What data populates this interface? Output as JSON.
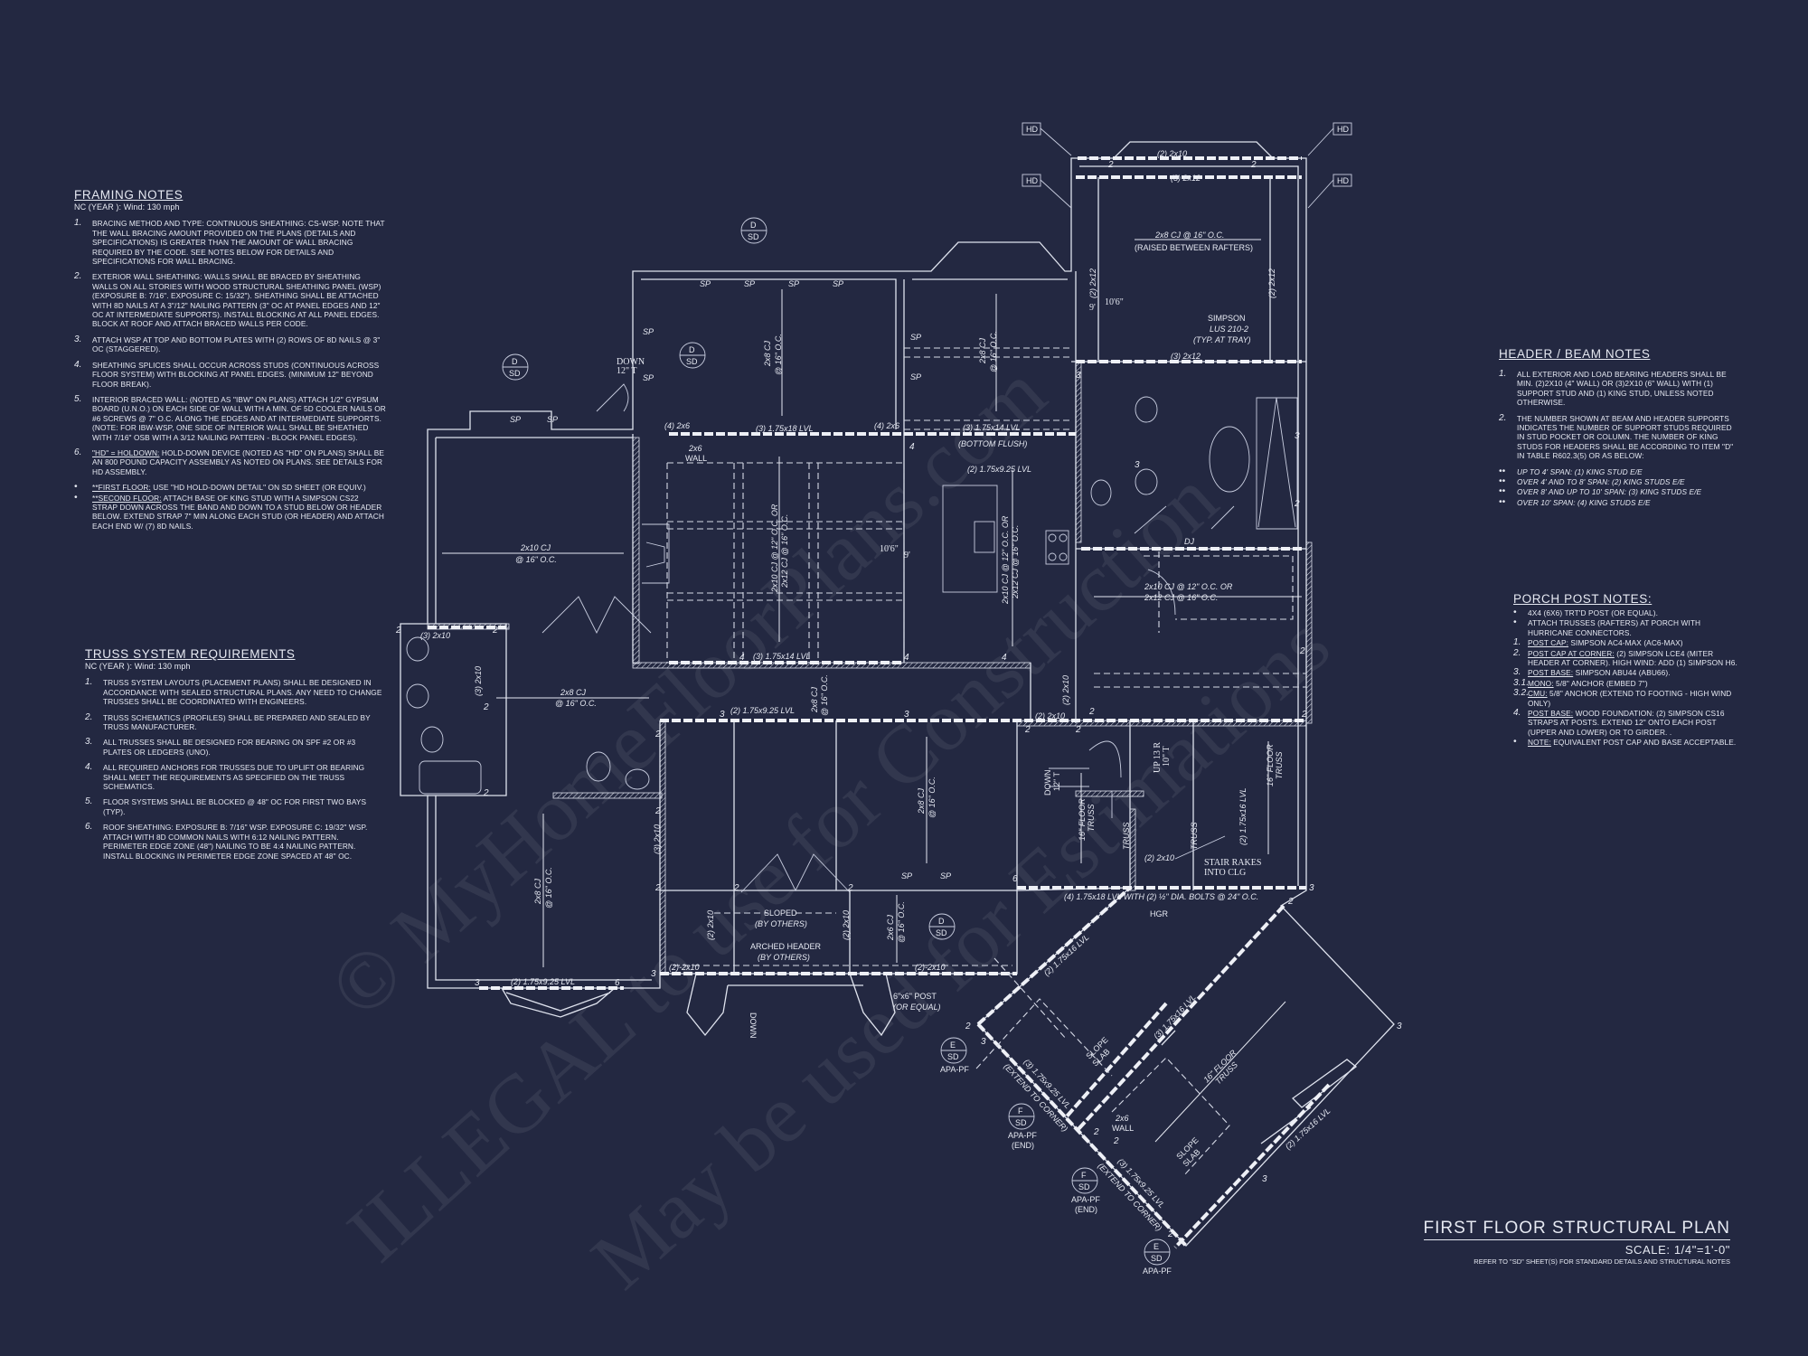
{
  "colors": {
    "background": "#232841",
    "linework": "#dfe3ee"
  },
  "framing_notes": {
    "title": "FRAMING NOTES",
    "subtitle": "NC (YEAR ): Wind: 130 mph",
    "items": [
      {
        "num": "1.",
        "text": "BRACING METHOD AND TYPE: CONTINUOUS SHEATHING: CS-WSP. NOTE THAT THE WALL BRACING AMOUNT PROVIDED ON THE PLANS (DETAILS AND SPECIFICATIONS) IS GREATER THAN THE AMOUNT OF WALL BRACING REQUIRED BY THE CODE. SEE NOTES BELOW FOR DETAILS AND SPECIFICATIONS FOR WALL BRACING."
      },
      {
        "num": "2.",
        "text": "EXTERIOR WALL SHEATHING: WALLS SHALL BE BRACED BY SHEATHING WALLS ON ALL STORIES WITH WOOD STRUCTURAL SHEATHING PANEL (WSP) (EXPOSURE B: 7/16\". EXPOSURE C: 15/32\"). SHEATHING SHALL BE ATTACHED WITH 8d NAILS AT A 3\"/12\" NAILING PATTERN (3\" OC AT PANEL EDGES AND 12\" OC AT INTERMEDIATE SUPPORTS). INSTALL BLOCKING AT ALL PANEL EDGES. BLOCK AT ROOF AND ATTACH BRACED WALLS PER CODE."
      },
      {
        "num": "3.",
        "text": "ATTACH WSP AT TOP AND BOTTOM PLATES WITH (2) ROWS OF 8d NAILS @ 3\" OC (STAGGERED)."
      },
      {
        "num": "4.",
        "text": "SHEATHING SPLICES SHALL OCCUR ACROSS STUDS (CONTINUOUS ACROSS FLOOR SYSTEM) WITH BLOCKING AT PANEL EDGES. (MINIMUM 12\" BEYOND FLOOR BREAK)."
      },
      {
        "num": "5.",
        "text": "INTERIOR BRACED WALL: (NOTED AS \"IBW\" ON PLANS) ATTACH 1/2\" GYPSUM BOARD (U.N.O.) ON EACH SIDE OF WALL WITH A MIN. OF 5d COOLER NAILS OR #6 SCREWS @ 7\" O.C. ALONG THE EDGES AND AT INTERMEDIATE SUPPORTS. (NOTE: FOR IBW-WSP, ONE SIDE OF INTERIOR WALL SHALL BE SHEATHED WITH 7/16\" OSB WITH A 3/12 NAILING PATTERN - BLOCK PANEL EDGES)."
      },
      {
        "num": "6.",
        "lead": "\"HD\" = HOLDOWN:",
        "text": " HOLD-DOWN DEVICE (NOTED AS \"HD\" ON PLANS) SHALL BE AN 800 POUND CAPACITY ASSEMBLY AS NOTED ON PLANS. SEE DETAILS FOR HD ASSEMBLY."
      }
    ],
    "bullets": [
      {
        "lead": "**FIRST FLOOR:",
        "text": "  USE \"HD HOLD-DOWN DETAIL\" ON SD SHEET (OR EQUIV.)"
      },
      {
        "lead": "**SECOND FLOOR:",
        "text": " ATTACH BASE OF KING STUD WITH A SIMPSON CS22 STRAP DOWN ACROSS THE BAND AND DOWN TO A STUD BELOW OR HEADER BELOW. EXTEND STRAP 7\" MIN ALONG EACH STUD (OR HEADER) AND ATTACH EACH END W/ (7) 8d NAILS."
      }
    ]
  },
  "truss_notes": {
    "title": "TRUSS SYSTEM REQUIREMENTS",
    "subtitle": "NC (YEAR ): Wind: 130 mph",
    "items": [
      {
        "num": "1.",
        "text": "TRUSS SYSTEM LAYOUTS (PLACEMENT PLANS) SHALL BE DESIGNED IN ACCORDANCE WITH SEALED STRUCTURAL PLANS. ANY NEED TO CHANGE TRUSSES SHALL BE COORDINATED WITH ENGINEERS."
      },
      {
        "num": "2.",
        "text": "TRUSS SCHEMATICS (PROFILES) SHALL BE PREPARED AND SEALED BY TRUSS MANUFACTURER."
      },
      {
        "num": "3.",
        "text": "ALL TRUSSES SHALL BE DESIGNED FOR BEARING ON SPF #2 OR #3 PLATES OR LEDGERS (UNO)."
      },
      {
        "num": "4.",
        "text": "ALL REQUIRED ANCHORS FOR TRUSSES DUE TO UPLIFT OR BEARING SHALL MEET THE REQUIREMENTS AS SPECIFIED ON THE TRUSS SCHEMATICS."
      },
      {
        "num": "5.",
        "text": "FLOOR SYSTEMS SHALL BE BLOCKED @ 48\" OC FOR FIRST TWO BAYS (TYP)."
      },
      {
        "num": "6.",
        "text": "ROOF SHEATHING: EXPOSURE B: 7/16\" WSP. EXPOSURE C: 19/32\" WSP. ATTACH WITH 8d COMMON NAILS WITH 6:12 NAILING PATTERN. PERIMETER EDGE ZONE (48\") NAILING TO BE 4:4 NAILING PATTERN. INSTALL BLOCKING IN PERIMETER EDGE ZONE SPACED AT 48\" OC."
      }
    ]
  },
  "header_notes": {
    "title": "HEADER / BEAM NOTES",
    "items": [
      {
        "num": "1.",
        "text": "ALL EXTERIOR AND LOAD BEARING HEADERS SHALL BE MIN. (2)2x10 (4\" WALL) OR (3)2x10 (6\" WALL) WITH (1) SUPPORT STUD AND (1) KING STUD, UNLESS NOTED OTHERWISE."
      },
      {
        "num": "2.",
        "text": "THE NUMBER SHOWN AT BEAM AND HEADER SUPPORTS INDICATES THE NUMBER OF SUPPORT STUDS REQUIRED IN STUD POCKET OR COLUMN. THE NUMBER OF KING STUDS FOR HEADERS SHALL BE ACCORDING TO ITEM \"d\" IN TABLE R602.3(5) OR AS BELOW:"
      }
    ],
    "bullets": [
      {
        "mark": "••",
        "text": "UP TO 4' SPAN: (1) KING STUD E/E"
      },
      {
        "mark": "••",
        "text": "OVER 4' AND TO 8' SPAN: (2) KING STUDS E/E"
      },
      {
        "mark": "••",
        "text": "OVER 8' AND UP TO 10' SPAN: (3) KING STUDS E/E"
      },
      {
        "mark": "••",
        "text": "OVER 10' SPAN: (4) KING STUDS E/E"
      }
    ]
  },
  "porch_notes": {
    "title": "PORCH POST NOTES:",
    "items": [
      {
        "num": "•",
        "text": "4X4 (6X6) TRT'D POST (OR EQUAL)."
      },
      {
        "num": "•",
        "text": "ATTACH TRUSSES (RAFTERS) AT PORCH WITH HURRICANE CONNECTORS."
      },
      {
        "num": "1.",
        "lead": "POST CAP:",
        "text": " SIMPSON AC4-MAX (AC6-MAX)"
      },
      {
        "num": "2.",
        "lead": "POST CAP AT CORNER:",
        "text": " (2) SIMPSON LCE4 (MITER HEADER AT CORNER). HIGH WIND: ADD (1) SIMPSON H6."
      },
      {
        "num": "3.",
        "lead": "POST BASE:",
        "text": " SIMPSON ABU44 (ABU66)."
      },
      {
        "num": "3.1.",
        "lead": "MONO:",
        "text": " 5/8\" ANCHOR (EMBED 7\")"
      },
      {
        "num": "3.2.",
        "lead": "CMU:",
        "text": " 5/8\" ANCHOR (EXTEND TO FOOTING - HIGH WIND ONLY)"
      },
      {
        "num": "4.",
        "lead": "POST BASE:",
        "text": " WOOD FOUNDATION: (2) SIMPSON CS16 STRAPS AT POSTS. EXTEND 12\" ONTO EACH POST (UPPER AND LOWER) OR TO GIRDER. ."
      },
      {
        "num": "•",
        "lead": "NOTE:",
        "text": " EQUIVALENT POST CAP AND BASE ACCEPTABLE."
      }
    ]
  },
  "title_block": {
    "title": "FIRST FLOOR STRUCTURAL PLAN",
    "scale": "SCALE: 1/4\"=1'-0\"",
    "reference": "REFER TO \"SD\" SHEET(S) FOR STANDARD DETAILS AND STRUCTURAL NOTES"
  },
  "watermark": [
    "© MyHomeFloorPlans.com",
    "ILLEGAL to use for Construction",
    "May be used for Estimations"
  ],
  "plan": {
    "hd": "HD",
    "detail_d": {
      "top": "D",
      "bottom": "SD"
    },
    "detail_e": {
      "top": "E",
      "bottom": "SD",
      "note": "APA-PF"
    },
    "detail_f": {
      "top": "F",
      "bottom": "SD",
      "note": "APA-PF",
      "note2": "(END)"
    },
    "sp": "SP",
    "master": {
      "hdr_top": "(2) 2x10",
      "beam": "(3) 2x12",
      "cj": "2x8 CJ @ 16\" O.C.",
      "cj_note": "(RAISED BETWEEN RAFTERS)",
      "side": "(2) 2x12",
      "simpson1": "SIMPSON",
      "simpson2": "LUS 210-2",
      "simpson3": "(TYP. AT TRAY)",
      "h1": "10'6\"",
      "h2": "9'"
    },
    "study": {
      "cj": "2x8 CJ",
      "cj2": "@ 16\" O.C.",
      "down": "DOWN",
      "tread": "12\" T"
    },
    "beam480": {
      "a": "(4) 2x6",
      "b": "(3) 1.75x18 LVL",
      "c": "(3) 1.75x14 LVL",
      "d": "(BOTTOM FLUSH)",
      "e": "2x6",
      "f": "WALL",
      "g": "(2) 1.75x9.25 LVL"
    },
    "great": {
      "cj1": "2x10 CJ @ 12\" O.C. OR",
      "cj2": "2x12 CJ @ 16\" O.C.",
      "h1": "10'6\"",
      "h2": "9'",
      "beam": "(3) 1.75x14 LVL"
    },
    "mid": {
      "cj": "2x8 CJ",
      "cj2": "@ 16\" O.C.",
      "lvl": "(2) 1.75x9.25 LVL",
      "hdr": "(2) 2x10",
      "dj": "DJ"
    },
    "left": {
      "cj": "2x10 CJ",
      "cj2": "@ 16\" O.C.",
      "hdr": "(3) 2x10",
      "cjb": "2x8 CJ",
      "cjb2": "@ 16\" O.C.",
      "lvl": "(2) 1.75x9.25 LVL"
    },
    "lower": {
      "hdr3": "(3) 2x10",
      "sloped": "SLOPED",
      "by": "(BY OTHERS)",
      "arched": "ARCHED HEADER",
      "hdr2": "(2) 2x10",
      "hdr2b": "(2)-2x10",
      "cj6": "2x6 CJ",
      "post": "6\"x6\" POST",
      "post2": "(OR EQUAL)",
      "down": "DOWN"
    },
    "stair": {
      "down": "DOWN",
      "t12": "12\" T",
      "up": "UP 13 R",
      "t10": "10\" T",
      "truss16": "16\" FLOOR",
      "truss": "TRUSS",
      "hdr": "(2) 2x10",
      "rakes1": "STAIR RAKES",
      "rakes2": "INTO CLG",
      "lvl16": "(2) 1.75x16 LVL",
      "beam": "(4) 1.75x18 LVL WITH (2) ½\" DIA. BOLTS @ 24\" O.C.",
      "hgr": "HGR"
    },
    "garage": {
      "lvl2": "(2) 1.75x16 LVL",
      "lvl3": "(3) 1.75x16 LVL",
      "lvl925": "(3) 1.75x9.25 LVL",
      "extend": "(EXTEND TO CORNER)",
      "slope1": "SLOPE",
      "slope2": "SLAB",
      "truss1": "16\" FLOOR",
      "truss2": "TRUSS",
      "wall1": "2x6",
      "wall2": "WALL"
    },
    "support_counts": [
      "2",
      "2",
      "3",
      "4",
      "2",
      "4",
      "4",
      "3",
      "3",
      "4",
      "2",
      "3",
      "3",
      "2",
      "2",
      "2",
      "2",
      "2",
      "2",
      "2",
      "2",
      "2",
      "2",
      "2",
      "2",
      "2",
      "3",
      "3",
      "6",
      "6",
      "3",
      "2",
      "2",
      "3",
      "2",
      "2",
      "2",
      "3",
      "3"
    ]
  }
}
